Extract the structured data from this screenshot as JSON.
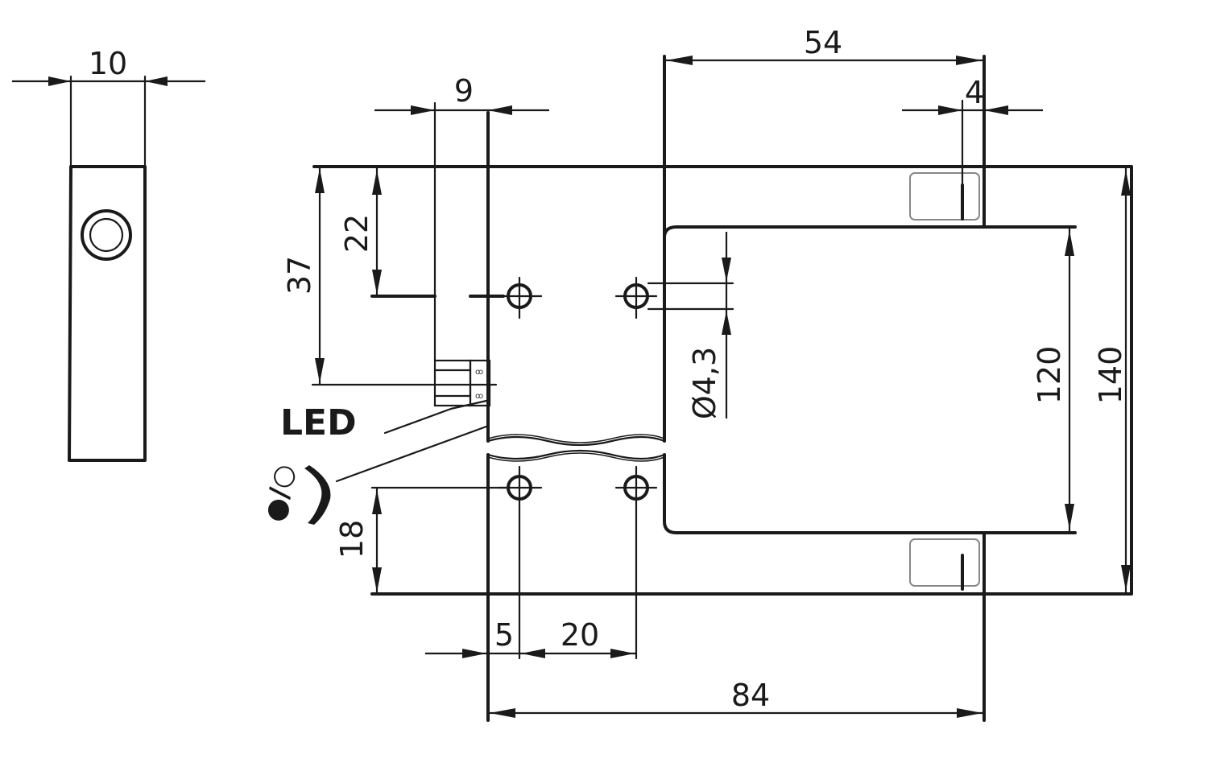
{
  "dimensions": {
    "side_width": "10",
    "slot_width": "54",
    "mark_width": "4",
    "led_offset": "9",
    "hole_top_offset": "22",
    "led_height": "37",
    "bottom_hole_height": "18",
    "hole_diameter": "Ø4,3",
    "inner_height": "120",
    "total_height": "140",
    "hole_x_offset": "5",
    "hole_spacing": "20",
    "total_width": "84"
  },
  "labels": {
    "led": "LED",
    "switch_symbol": "●/○"
  }
}
